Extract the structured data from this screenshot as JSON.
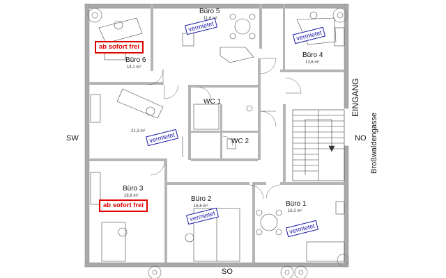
{
  "rooms": {
    "buero5": {
      "name": "Büro 5",
      "area": "11,6 m²"
    },
    "buero4": {
      "name": "Büro 4",
      "area": "13,6 m²"
    },
    "buero6": {
      "name": "Büro 6",
      "area": "14,1 m²"
    },
    "big": {
      "area": "21,3 m²"
    },
    "wc1": {
      "name": "WC 1"
    },
    "wc2": {
      "name": "WC 2"
    },
    "buero3": {
      "name": "Büro 3",
      "area": "18,6 m²"
    },
    "buero2": {
      "name": "Büro 2",
      "area": "16,6 m²"
    },
    "buero1": {
      "name": "Büro 1",
      "area": "16,2 m²"
    }
  },
  "stamps": {
    "free": "ab sofort frei",
    "rented": "vermietet"
  },
  "compass": {
    "sw": "SW",
    "no": "NO",
    "so": "SO"
  },
  "entrance": "EINGANG",
  "street": "Broßwaldengasse",
  "colors": {
    "wall": "#a8a8a8",
    "stamp_red": "#e00000",
    "stamp_blue": "#1a1aa8"
  }
}
